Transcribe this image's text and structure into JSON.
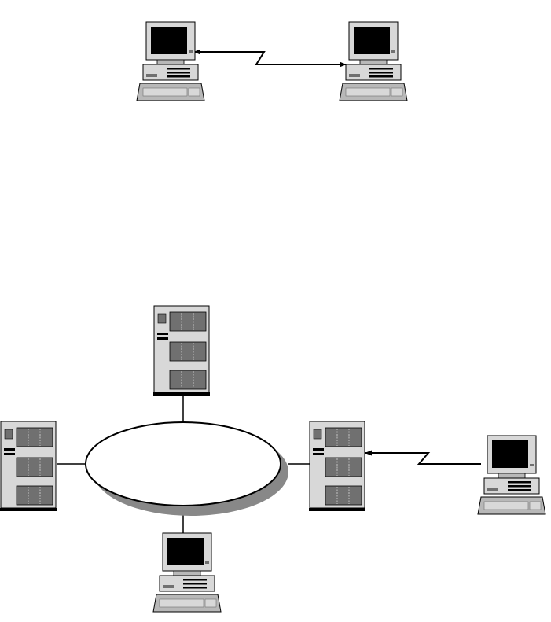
{
  "diagram": {
    "top": {
      "nodes": [
        {
          "id": "pc-a",
          "kind": "personal-computer"
        },
        {
          "id": "pc-b",
          "kind": "personal-computer"
        }
      ],
      "links": [
        {
          "from": "pc-a",
          "to": "pc-b",
          "style": "communication-lightning",
          "arrowheads": "both"
        }
      ]
    },
    "bottom": {
      "network": {
        "shape": "ellipse",
        "label": ""
      },
      "nodes": [
        {
          "id": "server-top",
          "kind": "server-tower"
        },
        {
          "id": "server-left",
          "kind": "server-tower"
        },
        {
          "id": "server-right",
          "kind": "server-tower"
        },
        {
          "id": "pc-bottom",
          "kind": "personal-computer"
        },
        {
          "id": "pc-remote",
          "kind": "personal-computer"
        }
      ],
      "links": [
        {
          "from": "server-top",
          "to": "network",
          "style": "line"
        },
        {
          "from": "server-left",
          "to": "network",
          "style": "line"
        },
        {
          "from": "server-right",
          "to": "network",
          "style": "line"
        },
        {
          "from": "pc-bottom",
          "to": "network",
          "style": "line"
        },
        {
          "from": "pc-remote",
          "to": "server-right",
          "style": "communication-lightning",
          "arrowheads": "end"
        }
      ]
    },
    "colors": {
      "screen": "#000000",
      "device_light": "#d8d8d8",
      "device_mid": "#b8b8b8",
      "device_dark": "#707070",
      "outline": "#000000",
      "network_shadow": "#888888",
      "network_fill": "#ffffff",
      "background": "#ffffff"
    }
  }
}
